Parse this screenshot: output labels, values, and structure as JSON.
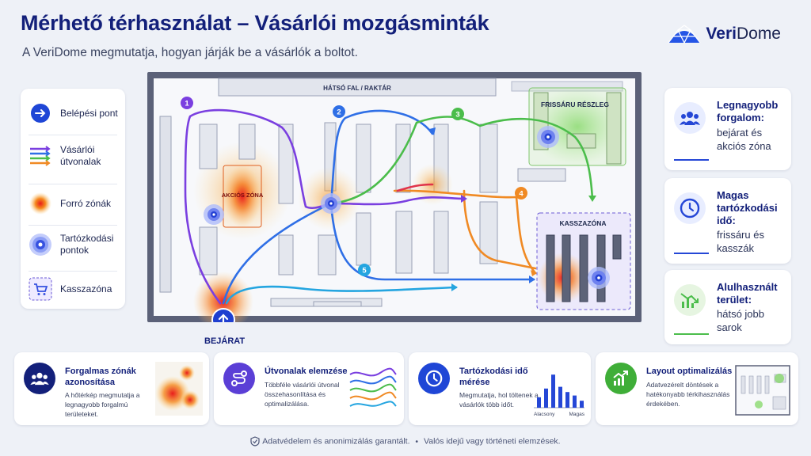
{
  "title": "Mérhető térhasználat – Vásárlói mozgásminták",
  "subtitle": "A VeriDome megmutatja, hogyan járják be a vásárlók a boltot.",
  "logo": {
    "name_bold": "Veri",
    "name_regular": "Dome"
  },
  "legend": [
    {
      "icon": "arrow-right-icon",
      "label": "Belépési pont"
    },
    {
      "icon": "route-arrows-icon",
      "label": "Vásárlói útvonalak"
    },
    {
      "icon": "heat-spot-icon",
      "label": "Forró zónák"
    },
    {
      "icon": "dwell-point-icon",
      "label": "Tartózkodási pontok"
    },
    {
      "icon": "cart-icon",
      "label": "Kasszazóna"
    }
  ],
  "map": {
    "back_wall": "HÁTSÓ FAL / RAKTÁR",
    "fresh_zone": "FRISSÁRU RÉSZLEG",
    "promo_zone": "AKCIÓS ZÓNA",
    "checkout_zone": "KASSZAZÓNA",
    "entrance": "BEJÁRAT",
    "markers": [
      "1",
      "2",
      "3",
      "4",
      "5"
    ],
    "colors": {
      "route1": "#7a3fe0",
      "route2": "#2f6fe6",
      "route3": "#4bbd4b",
      "route4": "#f08a24",
      "route5": "#24a5e0"
    }
  },
  "stats": [
    {
      "icon": "people-icon",
      "title": "Legnagyobb forgalom:",
      "body": "bejárat és akciós zóna"
    },
    {
      "icon": "clock-icon",
      "title": "Magas tartózkodási idő:",
      "body": "frissáru és kasszák"
    },
    {
      "icon": "trend-down-icon",
      "title": "Alulhasznált terület:",
      "body": "hátsó jobb sarok"
    }
  ],
  "features": [
    {
      "icon": "people-icon",
      "title": "Forgalmas zónák azonosítása",
      "desc": "A hőtérkép megmutatja a legnagyobb forgalmú területeket."
    },
    {
      "icon": "route-icon",
      "title": "Útvonalak elemzése",
      "desc": "Többféle vásárlói útvonal összehasonlítása és optimalizálása."
    },
    {
      "icon": "clock-icon",
      "title": "Tartózkodási idő mérése",
      "desc": "Megmutatja, hol töltenek a vásárlók több időt.",
      "axis_low": "Alacsony",
      "axis_high": "Magas",
      "bars": [
        0.3,
        0.55,
        0.95,
        0.6,
        0.45,
        0.35,
        0.2
      ]
    },
    {
      "icon": "trend-up-icon",
      "title": "Layout optimalizálás",
      "desc": "Adatvezérelt döntések a hatékonyabb térkihasználás érdekében."
    }
  ],
  "footer": {
    "privacy": "Adatvédelem és anonimizálás garantált.",
    "sep": "•",
    "realtime": "Valós idejű vagy történeti elemzések."
  }
}
